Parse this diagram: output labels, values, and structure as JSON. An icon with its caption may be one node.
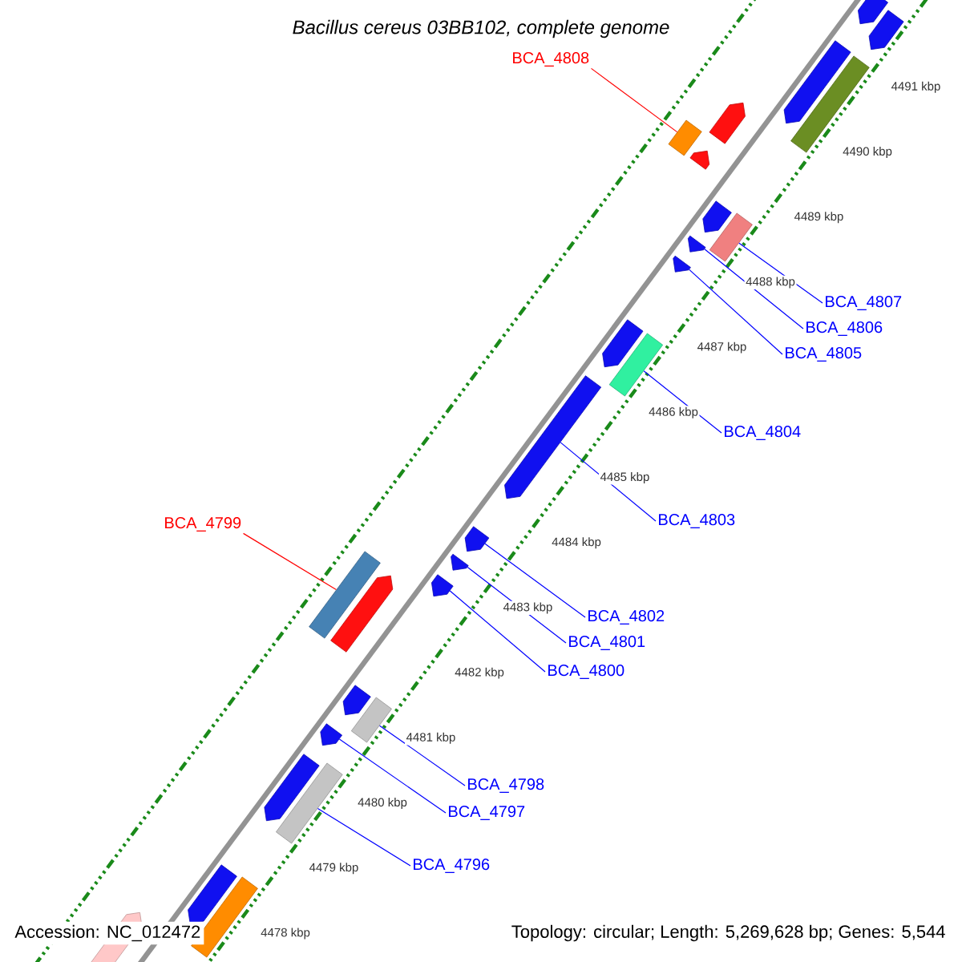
{
  "diagram": {
    "title": "Bacillus cereus 03BB102, complete genome",
    "nodes": [
      {
        "text": [
          "BCA_4808"
        ]
      },
      {
        "text": [
          "BCA_4807"
        ]
      },
      {
        "text": [
          "BCA_4806"
        ]
      },
      {
        "text": [
          "BCA_4805"
        ]
      },
      {
        "text": [
          "BCA_4804"
        ]
      },
      {
        "text": [
          "BCA_4803"
        ]
      },
      {
        "text": [
          "BCA_4799"
        ]
      },
      {
        "text": [
          "BCA_4802"
        ]
      },
      {
        "text": [
          "BCA_4801"
        ]
      },
      {
        "text": [
          "BCA_4800"
        ]
      },
      {
        "text": [
          "BCA_4798"
        ]
      },
      {
        "text": [
          "BCA_4797"
        ]
      },
      {
        "text": [
          "BCA_4796"
        ]
      },
      {
        "text": [],
        "shape": "pentagon"
      },
      {
        "text": [],
        "shape": "pentagon"
      },
      {
        "text": [],
        "shape": "pentagon"
      },
      {
        "text": [],
        "shape": "bar"
      },
      {
        "text": [],
        "shape": "bar"
      },
      {
        "text": [],
        "shape": "pentagon"
      },
      {
        "text": [],
        "shape": "pentagon"
      },
      {
        "text": [],
        "shape": "pentagon"
      },
      {
        "text": [],
        "shape": "bar"
      },
      {
        "text": [],
        "shape": "pentagon"
      },
      {
        "text": [],
        "shape": "pentagon"
      },
      {
        "text": [],
        "shape": "pentagon"
      },
      {
        "text": [],
        "shape": "bar"
      },
      {
        "text": [],
        "shape": "pentagon"
      },
      {
        "text": [],
        "shape": "pentagon"
      },
      {
        "text": [],
        "shape": "pentagon"
      },
      {
        "text": [],
        "shape": "pentagon"
      },
      {
        "text": [],
        "shape": "bar"
      },
      {
        "text": [],
        "shape": "pentagon"
      },
      {
        "text": [],
        "shape": "pentagon"
      },
      {
        "text": [],
        "shape": "bar"
      },
      {
        "text": [],
        "shape": "pentagon"
      },
      {
        "text": [],
        "shape": "pentagon"
      },
      {
        "text": [],
        "shape": "bar"
      },
      {
        "text": [],
        "shape": "pentagon"
      },
      {
        "text": [],
        "shape": "bar"
      },
      {
        "text": [],
        "shape": "pentagon"
      }
    ],
    "edges": [
      {
        "from": 0,
        "to": 17,
        "arrow": "none",
        "color": "#ff0000"
      },
      {
        "from": 1,
        "to": 21,
        "arrow": "none"
      },
      {
        "from": 2,
        "to": 22,
        "arrow": "none"
      },
      {
        "from": 3,
        "to": 23,
        "arrow": "none"
      },
      {
        "from": 4,
        "to": 25,
        "arrow": "none"
      },
      {
        "from": 5,
        "to": 26,
        "arrow": "none"
      },
      {
        "from": 6,
        "to": 30,
        "arrow": "none",
        "color": "#ff0000"
      },
      {
        "from": 7,
        "to": 27,
        "arrow": "none"
      },
      {
        "from": 8,
        "to": 28,
        "arrow": "none"
      },
      {
        "from": 9,
        "to": 29,
        "arrow": "none"
      },
      {
        "from": 10,
        "to": 33,
        "arrow": "none"
      },
      {
        "from": 11,
        "to": 34,
        "arrow": "none"
      },
      {
        "from": 12,
        "to": 36,
        "arrow": "none"
      }
    ],
    "labels": [
      "4491 kbp",
      "4490 kbp",
      "4489 kbp",
      "4488 kbp",
      "4487 kbp",
      "4486 kbp",
      "4485 kbp",
      "4484 kbp",
      "4483 kbp",
      "4482 kbp",
      "4481 kbp",
      "4480 kbp",
      "4479 kbp",
      "4478 kbp",
      "Accession: NC_012472",
      "Topology: circular; Length: 5,269,628 bp; Genes: 5,544"
    ]
  }
}
